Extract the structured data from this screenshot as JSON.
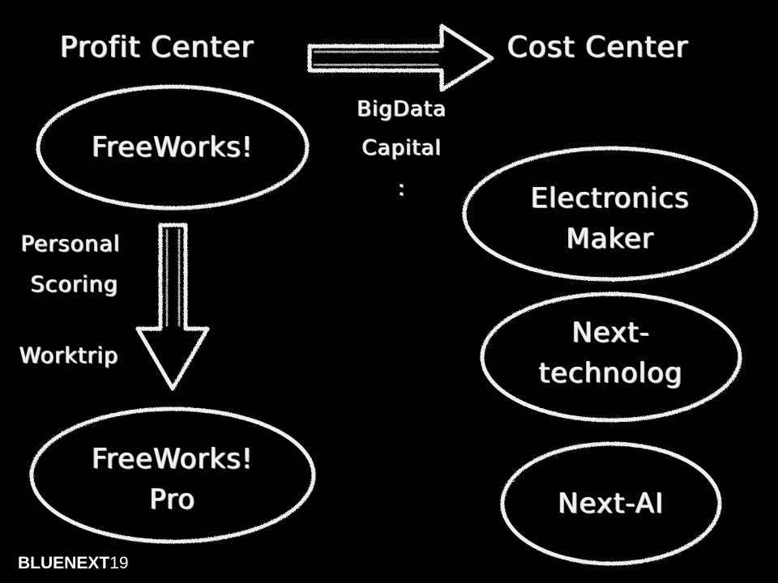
{
  "headings": {
    "profit_center": "Profit Center",
    "cost_center": "Cost Center"
  },
  "arrow_labels": {
    "bigdata": "BigData",
    "capital": "Capital",
    "colon": ":"
  },
  "side_labels": {
    "personal": "Personal",
    "scoring": "Scoring",
    "worktrip": "Worktrip"
  },
  "nodes": {
    "freeworks": "FreeWorks!",
    "freeworks_pro_line1": "FreeWorks!",
    "freeworks_pro_line2": "Pro",
    "electronics_line1": "Electronics",
    "electronics_line2": "Maker",
    "nexttech_line1": "Next-",
    "nexttech_line2": "technolog",
    "nextai": "Next-AI"
  },
  "footer": {
    "brand_bold": "BLUENEXT",
    "brand_num": "19"
  },
  "colors": {
    "background": "#000000",
    "chalk": "#f2f2f2"
  }
}
